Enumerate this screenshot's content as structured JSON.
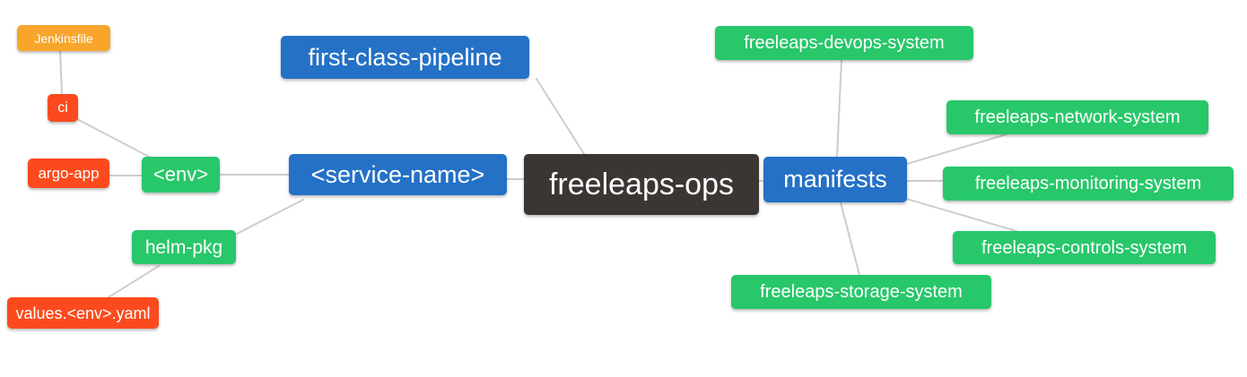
{
  "colors": {
    "blue": "#2471c6",
    "green": "#28c76a",
    "red": "#fb4b1e",
    "orange": "#f8a62b",
    "dark": "#3b3634",
    "edge": "#cdcdcd",
    "text": "#ffffff",
    "background": "#ffffff"
  },
  "nodes": {
    "root": {
      "label": "freeleaps-ops",
      "color": "dark"
    },
    "first_class_pipeline": {
      "label": "first-class-pipeline",
      "color": "blue"
    },
    "service_name": {
      "label": "<service-name>",
      "color": "blue"
    },
    "manifests": {
      "label": "manifests",
      "color": "blue"
    },
    "env": {
      "label": "<env>",
      "color": "green"
    },
    "helm_pkg": {
      "label": "helm-pkg",
      "color": "green"
    },
    "ci": {
      "label": "ci",
      "color": "red"
    },
    "argo_app": {
      "label": "argo-app",
      "color": "red"
    },
    "values_env_yaml": {
      "label": "values.<env>.yaml",
      "color": "red"
    },
    "jenkinsfile": {
      "label": "Jenkinsfile",
      "color": "orange"
    },
    "devops_system": {
      "label": "freeleaps-devops-system",
      "color": "green"
    },
    "network_system": {
      "label": "freeleaps-network-system",
      "color": "green"
    },
    "monitoring_system": {
      "label": "freeleaps-monitoring-system",
      "color": "green"
    },
    "controls_system": {
      "label": "freeleaps-controls-system",
      "color": "green"
    },
    "storage_system": {
      "label": "freeleaps-storage-system",
      "color": "green"
    }
  },
  "edges": [
    {
      "from": "jenkinsfile",
      "to": "ci"
    },
    {
      "from": "ci",
      "to": "env"
    },
    {
      "from": "argo_app",
      "to": "env"
    },
    {
      "from": "env",
      "to": "service_name"
    },
    {
      "from": "helm_pkg",
      "to": "service_name"
    },
    {
      "from": "values_env_yaml",
      "to": "helm_pkg"
    },
    {
      "from": "first_class_pipeline",
      "to": "root"
    },
    {
      "from": "service_name",
      "to": "root"
    },
    {
      "from": "root",
      "to": "manifests"
    },
    {
      "from": "manifests",
      "to": "devops_system"
    },
    {
      "from": "manifests",
      "to": "network_system"
    },
    {
      "from": "manifests",
      "to": "monitoring_system"
    },
    {
      "from": "manifests",
      "to": "controls_system"
    },
    {
      "from": "manifests",
      "to": "storage_system"
    }
  ]
}
